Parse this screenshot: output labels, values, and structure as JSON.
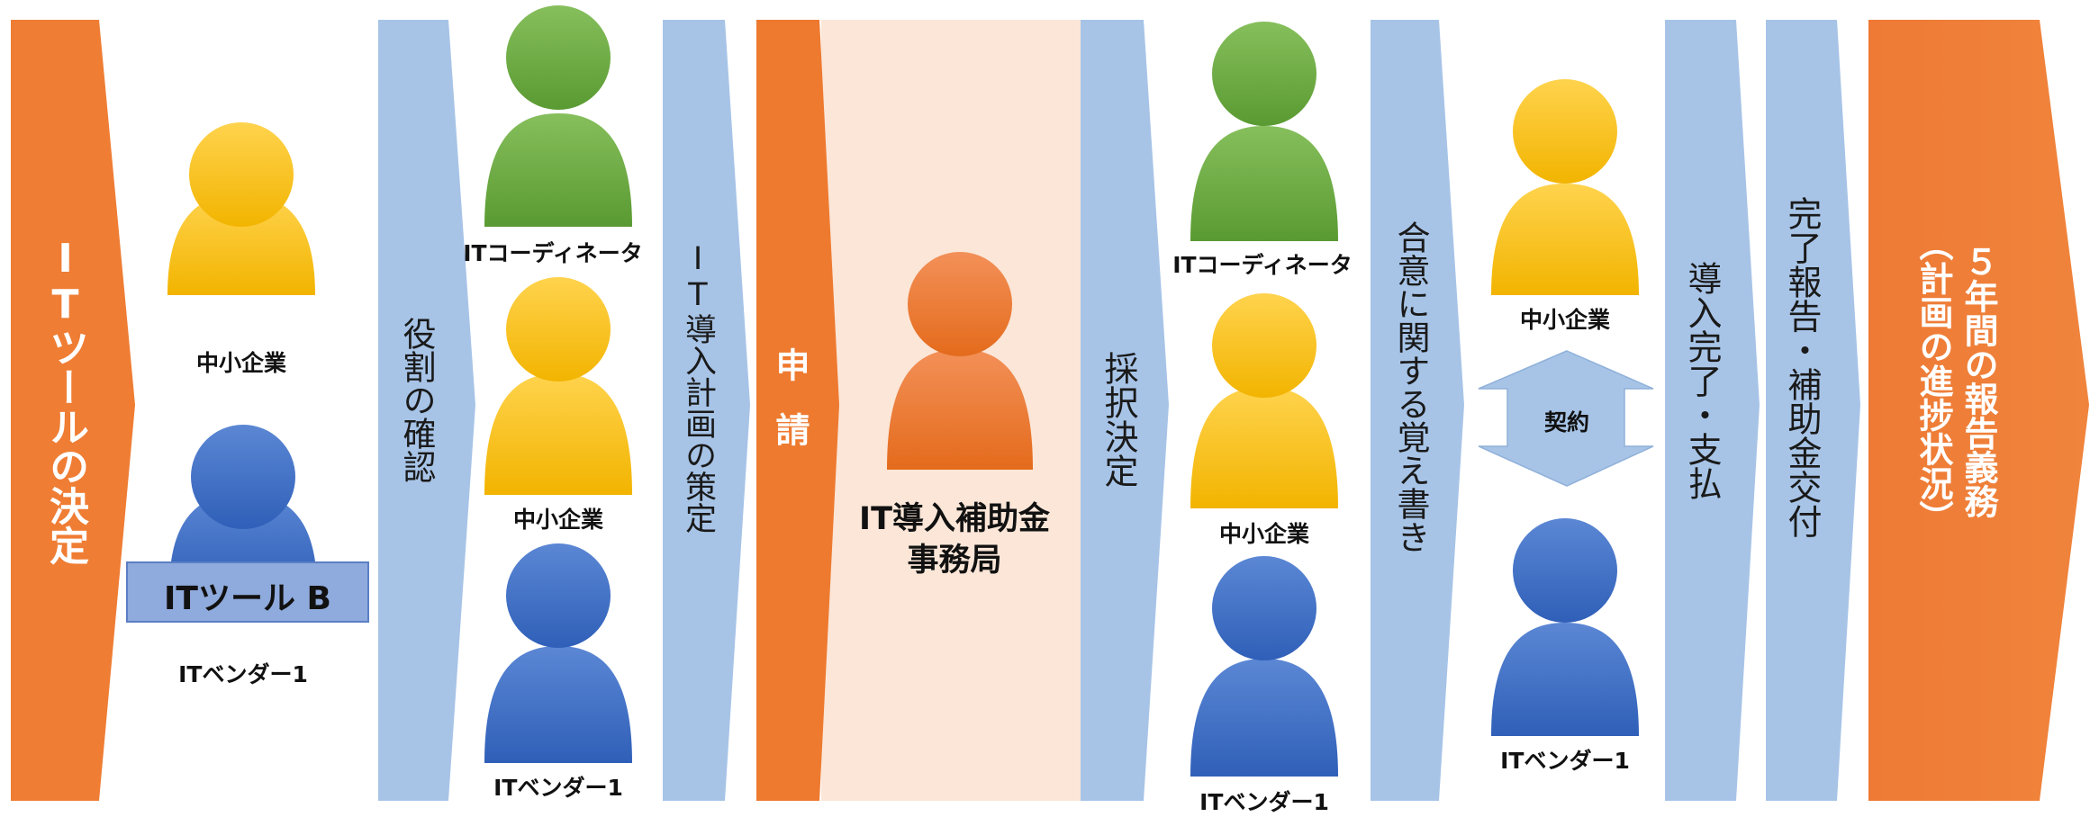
{
  "colors": {
    "orange": "#ef7a2c",
    "orange_light": "#fbe6d8",
    "blue_arrow": "#a5c3e6",
    "person_yellow": "#ffc000",
    "person_green": "#70ad47",
    "person_blue": "#4472c4",
    "person_orange": "#ed7d31",
    "tool_box": "#8faadc"
  },
  "steps": {
    "it_tool_decision": "ITツールの決定",
    "role_confirmation": "役割の確認",
    "plan_formulation": "IT導入計画の策定",
    "application": "申請",
    "selection_decision": "採択決定",
    "memorandum": "合意に関する覚え書き",
    "completion_payment": "導入完了・支払",
    "completion_report": "完了報告・補助金交付",
    "report_duty_line1": "５年間の報告義務",
    "report_duty_line2": "（計画の進捗状況）"
  },
  "actors": {
    "sme": "中小企業",
    "coordinator": "ITコーディネータ",
    "vendor": "ITベンダー1",
    "office_line1": "IT導入補助金",
    "office_line2": "事務局"
  },
  "tool_label": "ITツール B",
  "contract_label": "契約"
}
